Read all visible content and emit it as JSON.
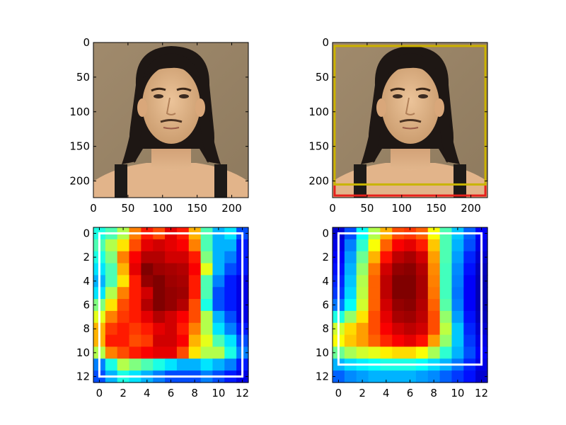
{
  "chart_data": [
    {
      "type": "image",
      "panel": "top-left",
      "content": "portrait photo",
      "x_ticks": [
        "0",
        "50",
        "100",
        "150",
        "200"
      ],
      "y_ticks": [
        "0",
        "50",
        "100",
        "150",
        "200"
      ],
      "xlim": [
        0,
        224
      ],
      "ylim": [
        224,
        0
      ],
      "xlabel": "",
      "ylabel": "",
      "grid": false
    },
    {
      "type": "image",
      "panel": "top-right",
      "content": "portrait photo with bounding boxes",
      "x_ticks": [
        "0",
        "50",
        "100",
        "150",
        "200"
      ],
      "y_ticks": [
        "0",
        "50",
        "100",
        "150",
        "200"
      ],
      "xlim": [
        0,
        224
      ],
      "ylim": [
        224,
        0
      ],
      "boxes": [
        {
          "color": "#e6201c",
          "x0": 3,
          "y0": 5,
          "x1": 221,
          "y1": 221
        },
        {
          "color": "#c8b400",
          "x0": 3,
          "y0": 5,
          "x1": 221,
          "y1": 205
        }
      ],
      "xlabel": "",
      "ylabel": "",
      "grid": false
    },
    {
      "type": "heatmap",
      "panel": "bottom-left",
      "colormap": "jet",
      "x_ticks": [
        "0",
        "2",
        "4",
        "6",
        "8",
        "10",
        "12"
      ],
      "y_ticks": [
        "0",
        "2",
        "4",
        "6",
        "8",
        "10",
        "12"
      ],
      "xlim": [
        -0.5,
        12.5
      ],
      "ylim": [
        12.5,
        -0.5
      ],
      "values": [
        [
          0.4,
          0.45,
          0.55,
          0.75,
          0.85,
          0.8,
          0.9,
          0.85,
          0.7,
          0.45,
          0.3,
          0.35,
          0.2
        ],
        [
          0.45,
          0.55,
          0.65,
          0.8,
          0.9,
          0.92,
          0.9,
          0.88,
          0.75,
          0.45,
          0.3,
          0.3,
          0.15
        ],
        [
          0.4,
          0.5,
          0.75,
          0.88,
          0.95,
          0.95,
          0.92,
          0.92,
          0.85,
          0.5,
          0.3,
          0.25,
          0.15
        ],
        [
          0.35,
          0.45,
          0.7,
          0.9,
          1.0,
          0.97,
          0.96,
          0.95,
          0.88,
          0.6,
          0.3,
          0.2,
          0.15
        ],
        [
          0.3,
          0.45,
          0.65,
          0.85,
          0.98,
          1.0,
          0.97,
          0.96,
          0.85,
          0.45,
          0.25,
          0.15,
          0.1
        ],
        [
          0.35,
          0.55,
          0.75,
          0.85,
          0.92,
          1.0,
          0.98,
          0.97,
          0.85,
          0.45,
          0.2,
          0.15,
          0.1
        ],
        [
          0.5,
          0.65,
          0.8,
          0.85,
          0.95,
          1.0,
          0.98,
          0.95,
          0.8,
          0.4,
          0.2,
          0.15,
          0.1
        ],
        [
          0.6,
          0.75,
          0.82,
          0.85,
          0.9,
          0.95,
          0.92,
          0.88,
          0.8,
          0.55,
          0.3,
          0.2,
          0.1
        ],
        [
          0.7,
          0.82,
          0.85,
          0.82,
          0.85,
          0.9,
          0.92,
          0.85,
          0.75,
          0.55,
          0.35,
          0.25,
          0.15
        ],
        [
          0.7,
          0.85,
          0.85,
          0.8,
          0.82,
          0.92,
          0.92,
          0.88,
          0.7,
          0.6,
          0.45,
          0.35,
          0.2
        ],
        [
          0.55,
          0.75,
          0.8,
          0.85,
          0.88,
          0.9,
          0.9,
          0.8,
          0.65,
          0.55,
          0.55,
          0.4,
          0.25
        ],
        [
          0.25,
          0.4,
          0.55,
          0.5,
          0.45,
          0.4,
          0.35,
          0.3,
          0.3,
          0.35,
          0.3,
          0.25,
          0.15
        ],
        [
          0.2,
          0.3,
          0.4,
          0.35,
          0.3,
          0.25,
          0.2,
          0.2,
          0.2,
          0.25,
          0.2,
          0.15,
          0.1
        ]
      ],
      "boxes": [
        {
          "color": "#ffffff",
          "x0": 0,
          "y0": 0,
          "x1": 12,
          "y1": 12
        }
      ],
      "xlabel": "",
      "ylabel": "",
      "grid": false
    },
    {
      "type": "heatmap",
      "panel": "bottom-right",
      "colormap": "jet",
      "x_ticks": [
        "0",
        "2",
        "4",
        "6",
        "8",
        "10",
        "12"
      ],
      "y_ticks": [
        "0",
        "2",
        "4",
        "6",
        "8",
        "10",
        "12"
      ],
      "xlim": [
        -0.5,
        12.5
      ],
      "ylim": [
        12.5,
        -0.5
      ],
      "values": [
        [
          0.08,
          0.2,
          0.38,
          0.55,
          0.7,
          0.8,
          0.82,
          0.78,
          0.62,
          0.45,
          0.32,
          0.22,
          0.12
        ],
        [
          0.1,
          0.25,
          0.42,
          0.62,
          0.78,
          0.88,
          0.9,
          0.85,
          0.68,
          0.45,
          0.3,
          0.2,
          0.1
        ],
        [
          0.12,
          0.28,
          0.48,
          0.7,
          0.86,
          0.94,
          0.96,
          0.92,
          0.72,
          0.45,
          0.28,
          0.16,
          0.08
        ],
        [
          0.14,
          0.3,
          0.52,
          0.76,
          0.92,
          0.98,
          0.99,
          0.95,
          0.74,
          0.44,
          0.26,
          0.14,
          0.06
        ],
        [
          0.16,
          0.32,
          0.55,
          0.78,
          0.94,
          1.0,
          1.0,
          0.96,
          0.75,
          0.44,
          0.25,
          0.12,
          0.05
        ],
        [
          0.18,
          0.34,
          0.56,
          0.78,
          0.94,
          1.0,
          1.0,
          0.96,
          0.76,
          0.44,
          0.24,
          0.12,
          0.05
        ],
        [
          0.24,
          0.38,
          0.58,
          0.78,
          0.92,
          0.98,
          0.99,
          0.95,
          0.78,
          0.46,
          0.25,
          0.12,
          0.05
        ],
        [
          0.4,
          0.52,
          0.65,
          0.8,
          0.9,
          0.96,
          0.97,
          0.94,
          0.8,
          0.52,
          0.28,
          0.14,
          0.06
        ],
        [
          0.58,
          0.66,
          0.72,
          0.8,
          0.88,
          0.92,
          0.94,
          0.92,
          0.8,
          0.56,
          0.32,
          0.16,
          0.08
        ],
        [
          0.62,
          0.68,
          0.72,
          0.78,
          0.84,
          0.88,
          0.9,
          0.86,
          0.72,
          0.52,
          0.32,
          0.18,
          0.1
        ],
        [
          0.48,
          0.54,
          0.58,
          0.6,
          0.64,
          0.66,
          0.66,
          0.62,
          0.54,
          0.42,
          0.3,
          0.2,
          0.12
        ],
        [
          0.3,
          0.34,
          0.36,
          0.38,
          0.4,
          0.4,
          0.4,
          0.38,
          0.34,
          0.3,
          0.24,
          0.16,
          0.1
        ],
        [
          0.22,
          0.26,
          0.28,
          0.3,
          0.3,
          0.3,
          0.3,
          0.28,
          0.26,
          0.22,
          0.18,
          0.14,
          0.08
        ]
      ],
      "boxes": [
        {
          "color": "#ffffff",
          "x0": 0,
          "y0": 0,
          "x1": 12,
          "y1": 11
        }
      ],
      "xlabel": "",
      "ylabel": "",
      "grid": false
    }
  ]
}
